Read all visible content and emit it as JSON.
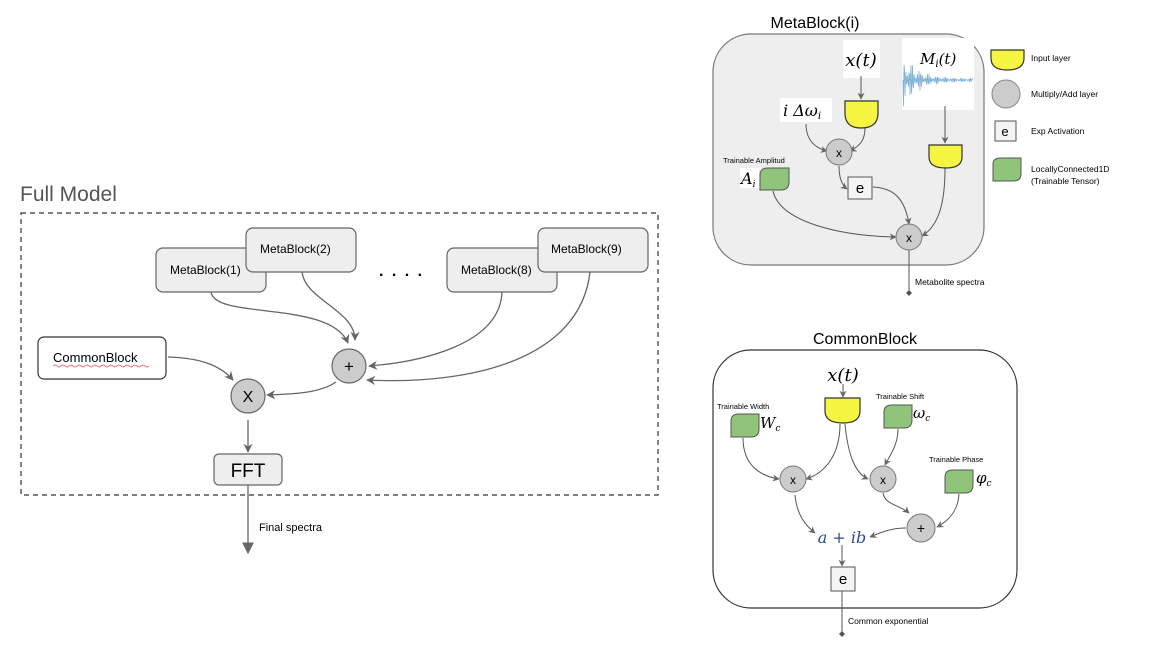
{
  "full_model": {
    "title": "Full Model",
    "meta_blocks": [
      {
        "label": "MetaBlock(1)"
      },
      {
        "label": "MetaBlock(2)"
      },
      {
        "label": "MetaBlock(8)"
      },
      {
        "label": "MetaBlock(9)"
      }
    ],
    "ellipsis": ". . . .",
    "common_block_label": "CommonBlock",
    "add_node_label": "+",
    "multiply_node_label": "X",
    "fft_label": "FFT",
    "output_label": "Final spectra"
  },
  "meta_block_detail": {
    "title": "MetaBlock(i)",
    "input_x": "x(t)",
    "input_m": "M",
    "input_m_sub": "i",
    "input_m_suffix": "(t)",
    "delta_omega": "i Δω",
    "delta_omega_sub": "i",
    "amplitude_caption": "Trainable Amplitud",
    "amplitude_symbol": "A",
    "amplitude_sub": "i",
    "multiply_label": "x",
    "exp_label": "e",
    "output_label": "Metabolite spectra"
  },
  "legend": {
    "items": [
      {
        "icon": "input-layer-icon",
        "label": "Input layer"
      },
      {
        "icon": "multiply-add-layer-icon",
        "label": "Multiply/Add layer"
      },
      {
        "icon": "exp-activation-icon",
        "label": "Exp Activation",
        "glyph": "e"
      },
      {
        "icon": "trainable-tensor-icon",
        "label": "LocallyConnected1D",
        "label2": "(Trainable Tensor)"
      }
    ]
  },
  "common_block_detail": {
    "title": "CommonBlock",
    "input_x": "x(t)",
    "width_caption": "Trainable Width",
    "width_symbol": "W",
    "width_sub": "c",
    "shift_caption": "Trainable Shift",
    "shift_symbol": "ω",
    "shift_sub": "c",
    "phase_caption": "Trainable Phase",
    "phase_symbol": "φ",
    "phase_sub": "c",
    "multiply_label": "x",
    "add_label": "+",
    "complex_label": "a + ib",
    "exp_label": "e",
    "output_label": "Common exponential"
  },
  "colors": {
    "input_yellow": "#f5f542",
    "tensor_green": "#8fc47a",
    "node_gray": "#cccccc",
    "box_fill": "#eeeeee",
    "edge": "#666666",
    "complex_blue": "#2a4a8a"
  }
}
